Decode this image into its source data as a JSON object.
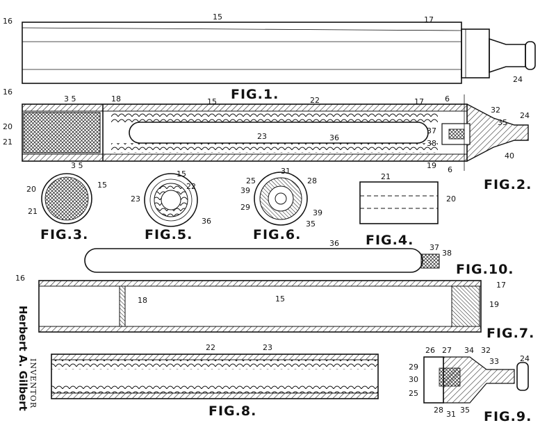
{
  "figures": {
    "fig1": "FIG.1.",
    "fig2": "FIG.2.",
    "fig3": "FIG.3.",
    "fig4": "FIG.4.",
    "fig5": "FIG.5.",
    "fig6": "FIG.6.",
    "fig7": "FIG.7.",
    "fig8": "FIG.8.",
    "fig9": "FIG.9.",
    "fig10": "FIG.10."
  },
  "refs": {
    "r15": "15",
    "r16": "16",
    "r17": "17",
    "r24": "24",
    "r18": "18",
    "r22": "22",
    "r23": "23",
    "r36": "36",
    "r32": "32",
    "r35": "35",
    "r37": "37",
    "r38": "38",
    "r40": "40",
    "r19": "19",
    "r20": "20",
    "r21": "21",
    "r25": "25",
    "r26": "26",
    "r27": "27",
    "r28": "28",
    "r29": "29",
    "r30": "30",
    "r31": "31",
    "r33": "33",
    "r34": "34",
    "r39": "39",
    "sec35": "3 5",
    "sec6": "6"
  },
  "inventor": {
    "role": "INVENTOR",
    "name": "Herbert A. Gilbert"
  }
}
